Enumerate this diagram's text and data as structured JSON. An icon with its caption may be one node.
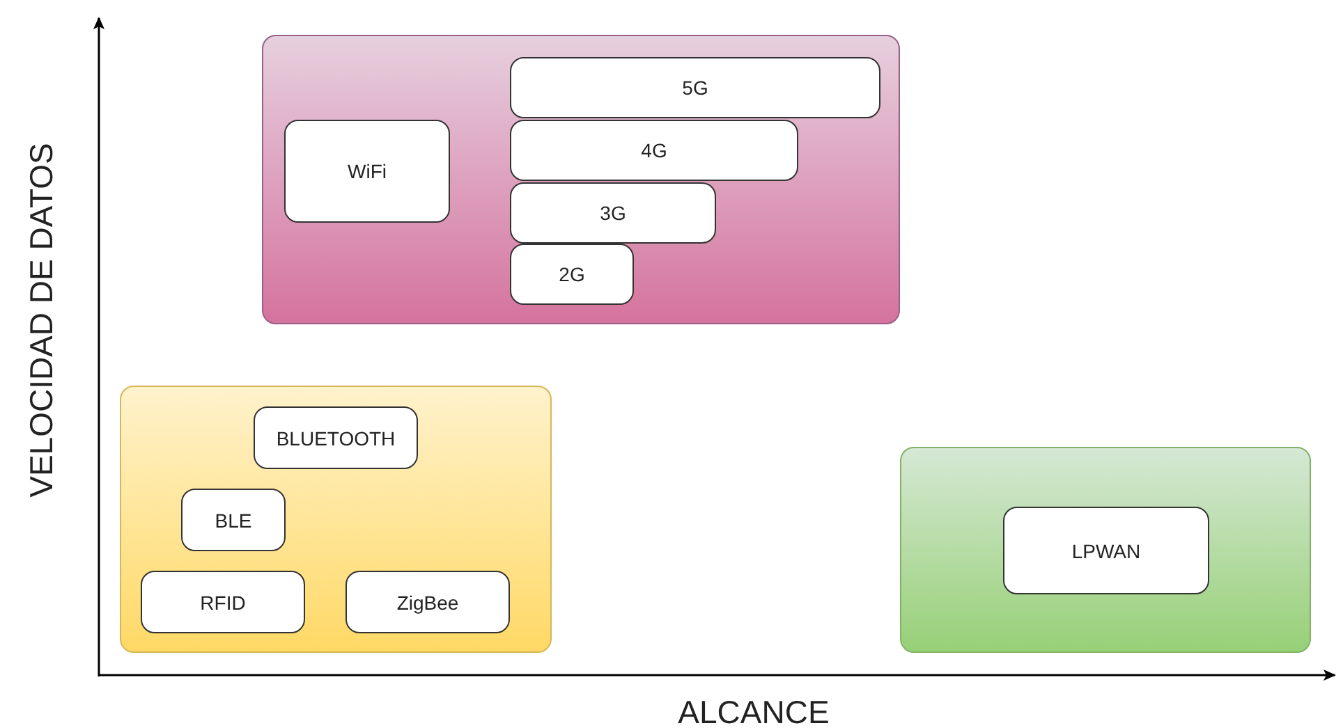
{
  "diagram": {
    "nodes": [
      {
        "text": [],
        "shape": "box"
      },
      {
        "text": [
          "WiFi"
        ],
        "in": 0
      },
      {
        "text": [
          "5G"
        ],
        "in": 0
      },
      {
        "text": [
          "4G"
        ],
        "in": 0
      },
      {
        "text": [
          "3G"
        ],
        "in": 0
      },
      {
        "text": [
          "2G"
        ],
        "in": 0
      },
      {
        "text": [],
        "shape": "box"
      },
      {
        "text": [
          "BLUETOOTH"
        ],
        "in": 6
      },
      {
        "text": [
          "BLE"
        ],
        "in": 6
      },
      {
        "text": [
          "RFID"
        ],
        "in": 6
      },
      {
        "text": [
          "ZigBee"
        ],
        "in": 6
      },
      {
        "text": [],
        "shape": "box"
      },
      {
        "text": [
          "LPWAN"
        ],
        "in": 11
      }
    ],
    "edges": [],
    "labels": [
      "VELOCIDAD DE DATOS",
      "ALCANCE"
    ]
  }
}
